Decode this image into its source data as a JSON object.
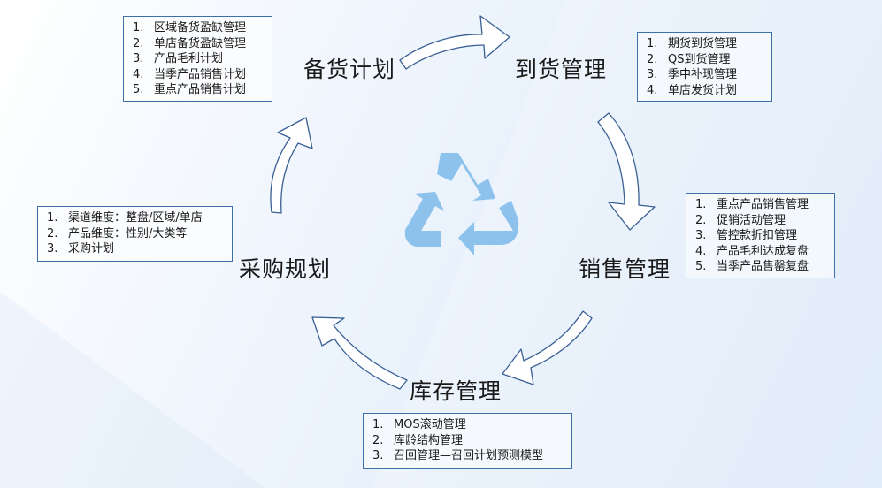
{
  "stages": {
    "stock_plan": {
      "label": "备货计划",
      "items": [
        "区域备货盈缺管理",
        "单店备货盈缺管理",
        "产品毛利计划",
        "当季产品销售计划",
        "重点产品销售计划"
      ]
    },
    "arrival": {
      "label": "到货管理",
      "items": [
        "期货到货管理",
        "QS到货管理",
        "季中补现管理",
        "单店发货计划"
      ]
    },
    "sales": {
      "label": "销售管理",
      "items": [
        "重点产品销售管理",
        "促销活动管理",
        "管控款折扣管理",
        "产品毛利达成复盘",
        "当季产品售罄复盘"
      ]
    },
    "inventory": {
      "label": "库存管理",
      "items": [
        "MOS滚动管理",
        "库龄结构管理",
        "召回管理—召回计划预测模型"
      ]
    },
    "purchase": {
      "label": "采购规划",
      "items": [
        "渠道维度：整盘/区域/单店",
        "产品维度：性别/大类等",
        "采购计划"
      ]
    }
  },
  "colors": {
    "arrow_fill": "#ffffff",
    "arrow_stroke": "#3a5f94",
    "recycle": "#8cc2ec",
    "box_border": "#3f6fa8"
  },
  "center_icon": "recycle-icon"
}
